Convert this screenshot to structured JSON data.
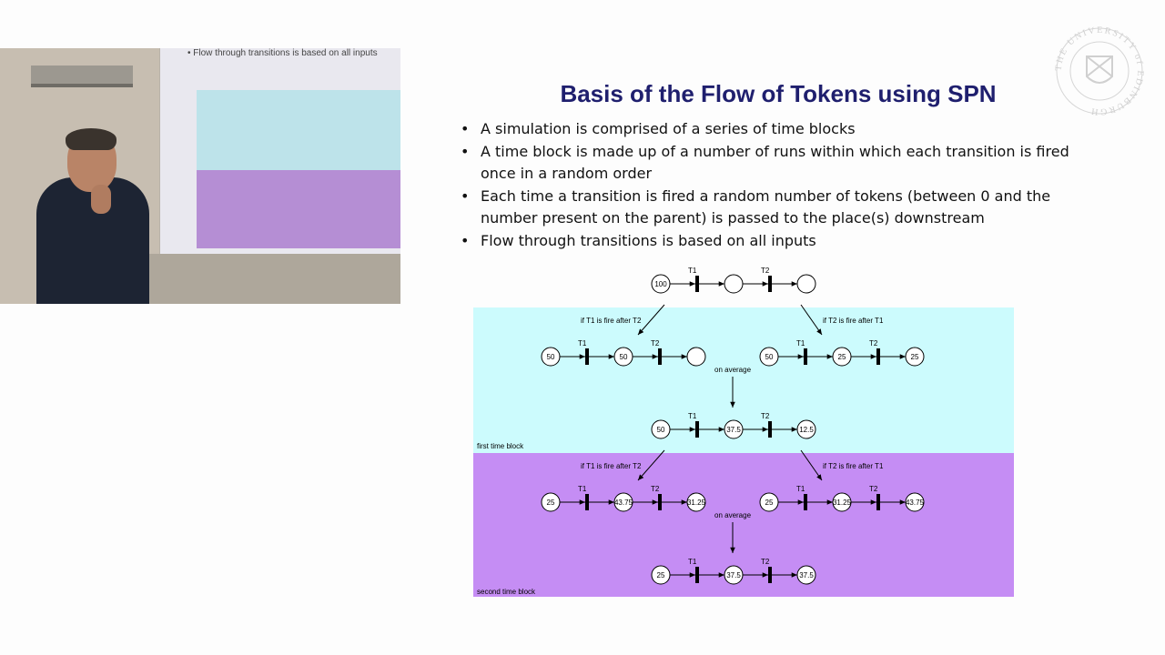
{
  "slide": {
    "title": "Basis of the Flow of Tokens using SPN",
    "bullets": [
      "A simulation is comprised of a series of time blocks",
      "A time block is made up of a number of runs within which each transition is fired once in a random order",
      "Each time a transition is fired a random number of tokens (between 0 and the number present on the parent) is passed to the place(s) downstream",
      "Flow through transitions is based on all inputs"
    ]
  },
  "colors": {
    "title": "#1f1f6e",
    "first_block": "#ccfbfd",
    "second_block": "#c58df4"
  },
  "diagram": {
    "transitions": [
      "T1",
      "T2"
    ],
    "top_chain": [
      "100",
      "",
      ""
    ],
    "first_block": {
      "label": "first time block",
      "left_branch_label": "if T1 is fire after T2",
      "right_branch_label": "if T2 is fire after T1",
      "left_chain": [
        "50",
        "50",
        ""
      ],
      "right_chain": [
        "50",
        "25",
        "25"
      ],
      "average_label": "on average",
      "average_chain": [
        "50",
        "37.5",
        "12.5"
      ]
    },
    "second_block": {
      "label": "second time block",
      "left_branch_label": "if T1 is fire after T2",
      "right_branch_label": "if T2 is fire after T1",
      "left_chain": [
        "25",
        "43.75",
        "31.25"
      ],
      "right_chain": [
        "25",
        "31.25",
        "43.75"
      ],
      "average_label": "on average",
      "average_chain": [
        "25",
        "37.5",
        "37.5"
      ]
    }
  },
  "video": {
    "screen_text": "•  Flow through transitions is based on all inputs"
  },
  "logo": {
    "text": "THE UNIVERSITY of EDINBURGH"
  }
}
